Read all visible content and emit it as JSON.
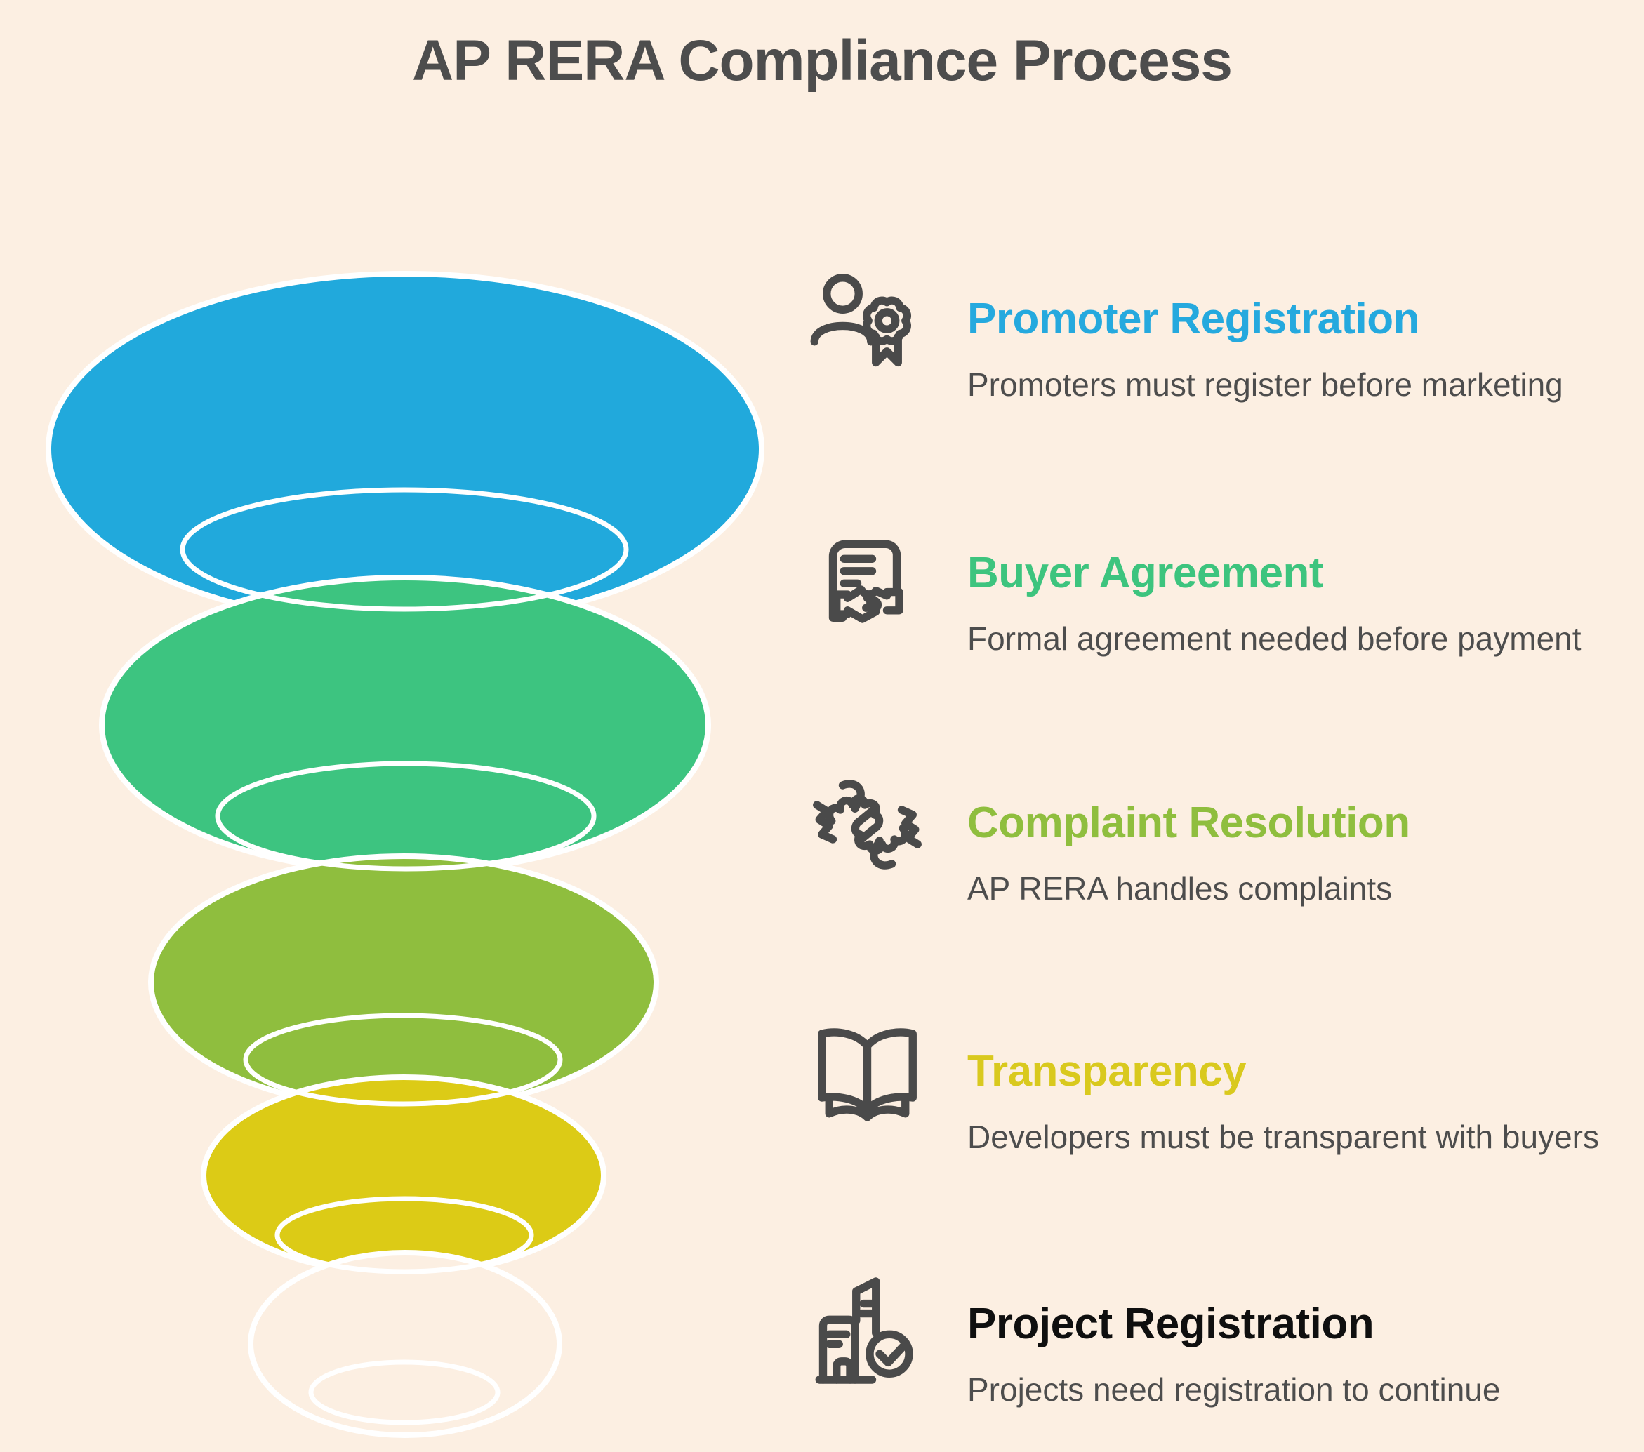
{
  "title": "AP RERA Compliance Process",
  "colors": {
    "background": "#FCEFE2",
    "title_text": "#4D4D4D",
    "subtext": "#4D4D4D",
    "icon_stroke": "#4A4A4A",
    "funnel_stroke": "#FFFFFF"
  },
  "funnel": {
    "layers": [
      {
        "name": "promoter-registration",
        "color": "#21A9DC"
      },
      {
        "name": "buyer-agreement",
        "color": "#3DC480"
      },
      {
        "name": "complaint-resolution",
        "color": "#8FBE3E"
      },
      {
        "name": "transparency",
        "color": "#DCCB16"
      },
      {
        "name": "project-registration",
        "color": "#FCEFE2"
      }
    ]
  },
  "steps": [
    {
      "title": "Promoter Registration",
      "description": "Promoters must register before marketing",
      "accent": "#25A9DE",
      "icon": "person-badge-icon"
    },
    {
      "title": "Buyer Agreement",
      "description": "Formal agreement needed before payment",
      "accent": "#3DC47E",
      "icon": "document-handshake-icon"
    },
    {
      "title": "Complaint Resolution",
      "description": "AP RERA handles complaints",
      "accent": "#8FBE3E",
      "icon": "hands-together-icon"
    },
    {
      "title": "Transparency",
      "description": "Developers must be transparent with buyers",
      "accent": "#D9C91E",
      "icon": "open-book-icon"
    },
    {
      "title": "Project Registration",
      "description": "Projects need registration to continue",
      "accent": "#0F0F0F",
      "icon": "building-check-icon"
    }
  ]
}
